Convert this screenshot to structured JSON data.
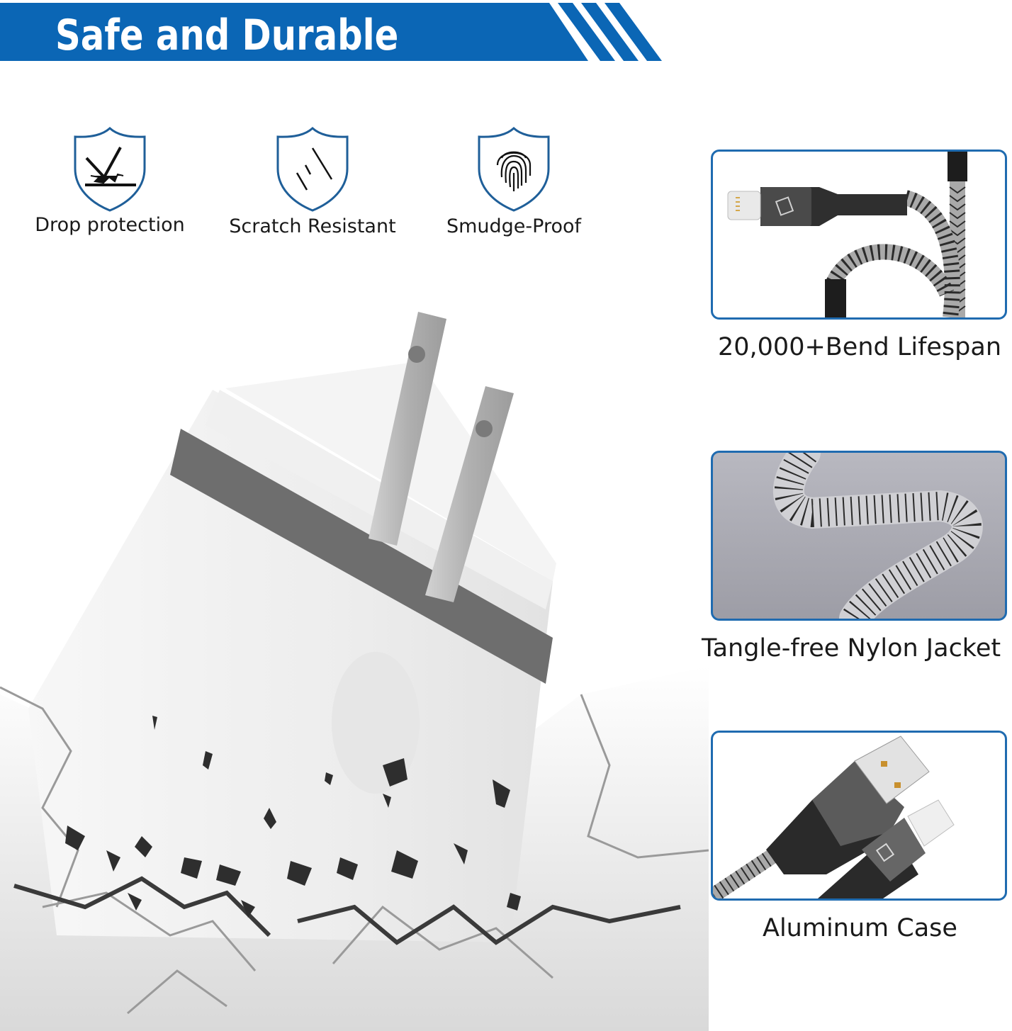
{
  "banner": {
    "title": "Safe and Durable",
    "color": "#0b66b5"
  },
  "features": [
    {
      "label": "Drop protection",
      "icon": "shield-impact-icon"
    },
    {
      "label": "Scratch Resistant",
      "icon": "shield-scratch-icon"
    },
    {
      "label": "Smudge-Proof",
      "icon": "shield-fingerprint-icon"
    }
  ],
  "panels": [
    {
      "caption": "20,000+Bend Lifespan",
      "image": "lightning-cable-bend"
    },
    {
      "caption": "Tangle-free Nylon Jacket",
      "image": "braided-nylon-cable"
    },
    {
      "caption": "Aluminum Case",
      "image": "usb-and-lightning-connectors"
    }
  ],
  "product": {
    "name": "USB wall charger adapter",
    "scene": "charger-smashing-into-cracked-ground"
  },
  "colors": {
    "accent_blue": "#0b66b5",
    "panel_border": "#1f6bb0",
    "text": "#1a1a1a",
    "charger_band": "#6e6e6e"
  }
}
